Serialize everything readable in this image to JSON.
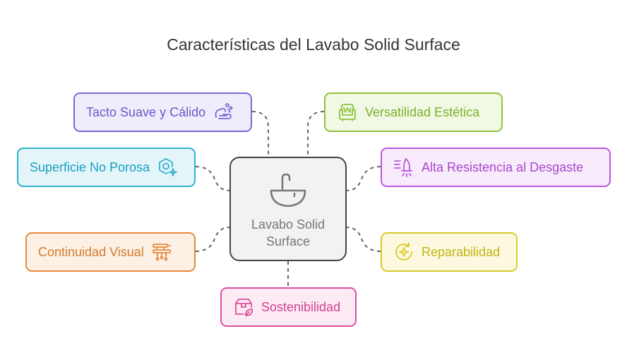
{
  "title": "Características del Lavabo Solid Surface",
  "center": {
    "label": "Lavabo Solid Surface",
    "icon": "sink-icon"
  },
  "nodes": {
    "tacto": {
      "label": "Tacto Suave y Cálido",
      "icon": "hand-wash-icon",
      "color": "#7b68d6"
    },
    "superficie": {
      "label": "Superficie No Porosa",
      "icon": "hexagon-sparkle-icon",
      "color": "#2fb1cf"
    },
    "continuidad": {
      "label": "Continuidad Visual",
      "icon": "pipes-icon",
      "color": "#e58a3c"
    },
    "sostenibilidad": {
      "label": "Sostenibilidad",
      "icon": "eco-box-icon",
      "color": "#df4f9e"
    },
    "versatilidad": {
      "label": "Versatilidad Estética",
      "icon": "armchair-icon",
      "color": "#8fc23c"
    },
    "resistencia": {
      "label": "Alta Resistencia al Desgaste",
      "icon": "rocket-speed-icon",
      "color": "#bb57dc"
    },
    "reparabilidad": {
      "label": "Reparabilidad",
      "icon": "refresh-sparkle-icon",
      "color": "#dbcc2a"
    }
  }
}
